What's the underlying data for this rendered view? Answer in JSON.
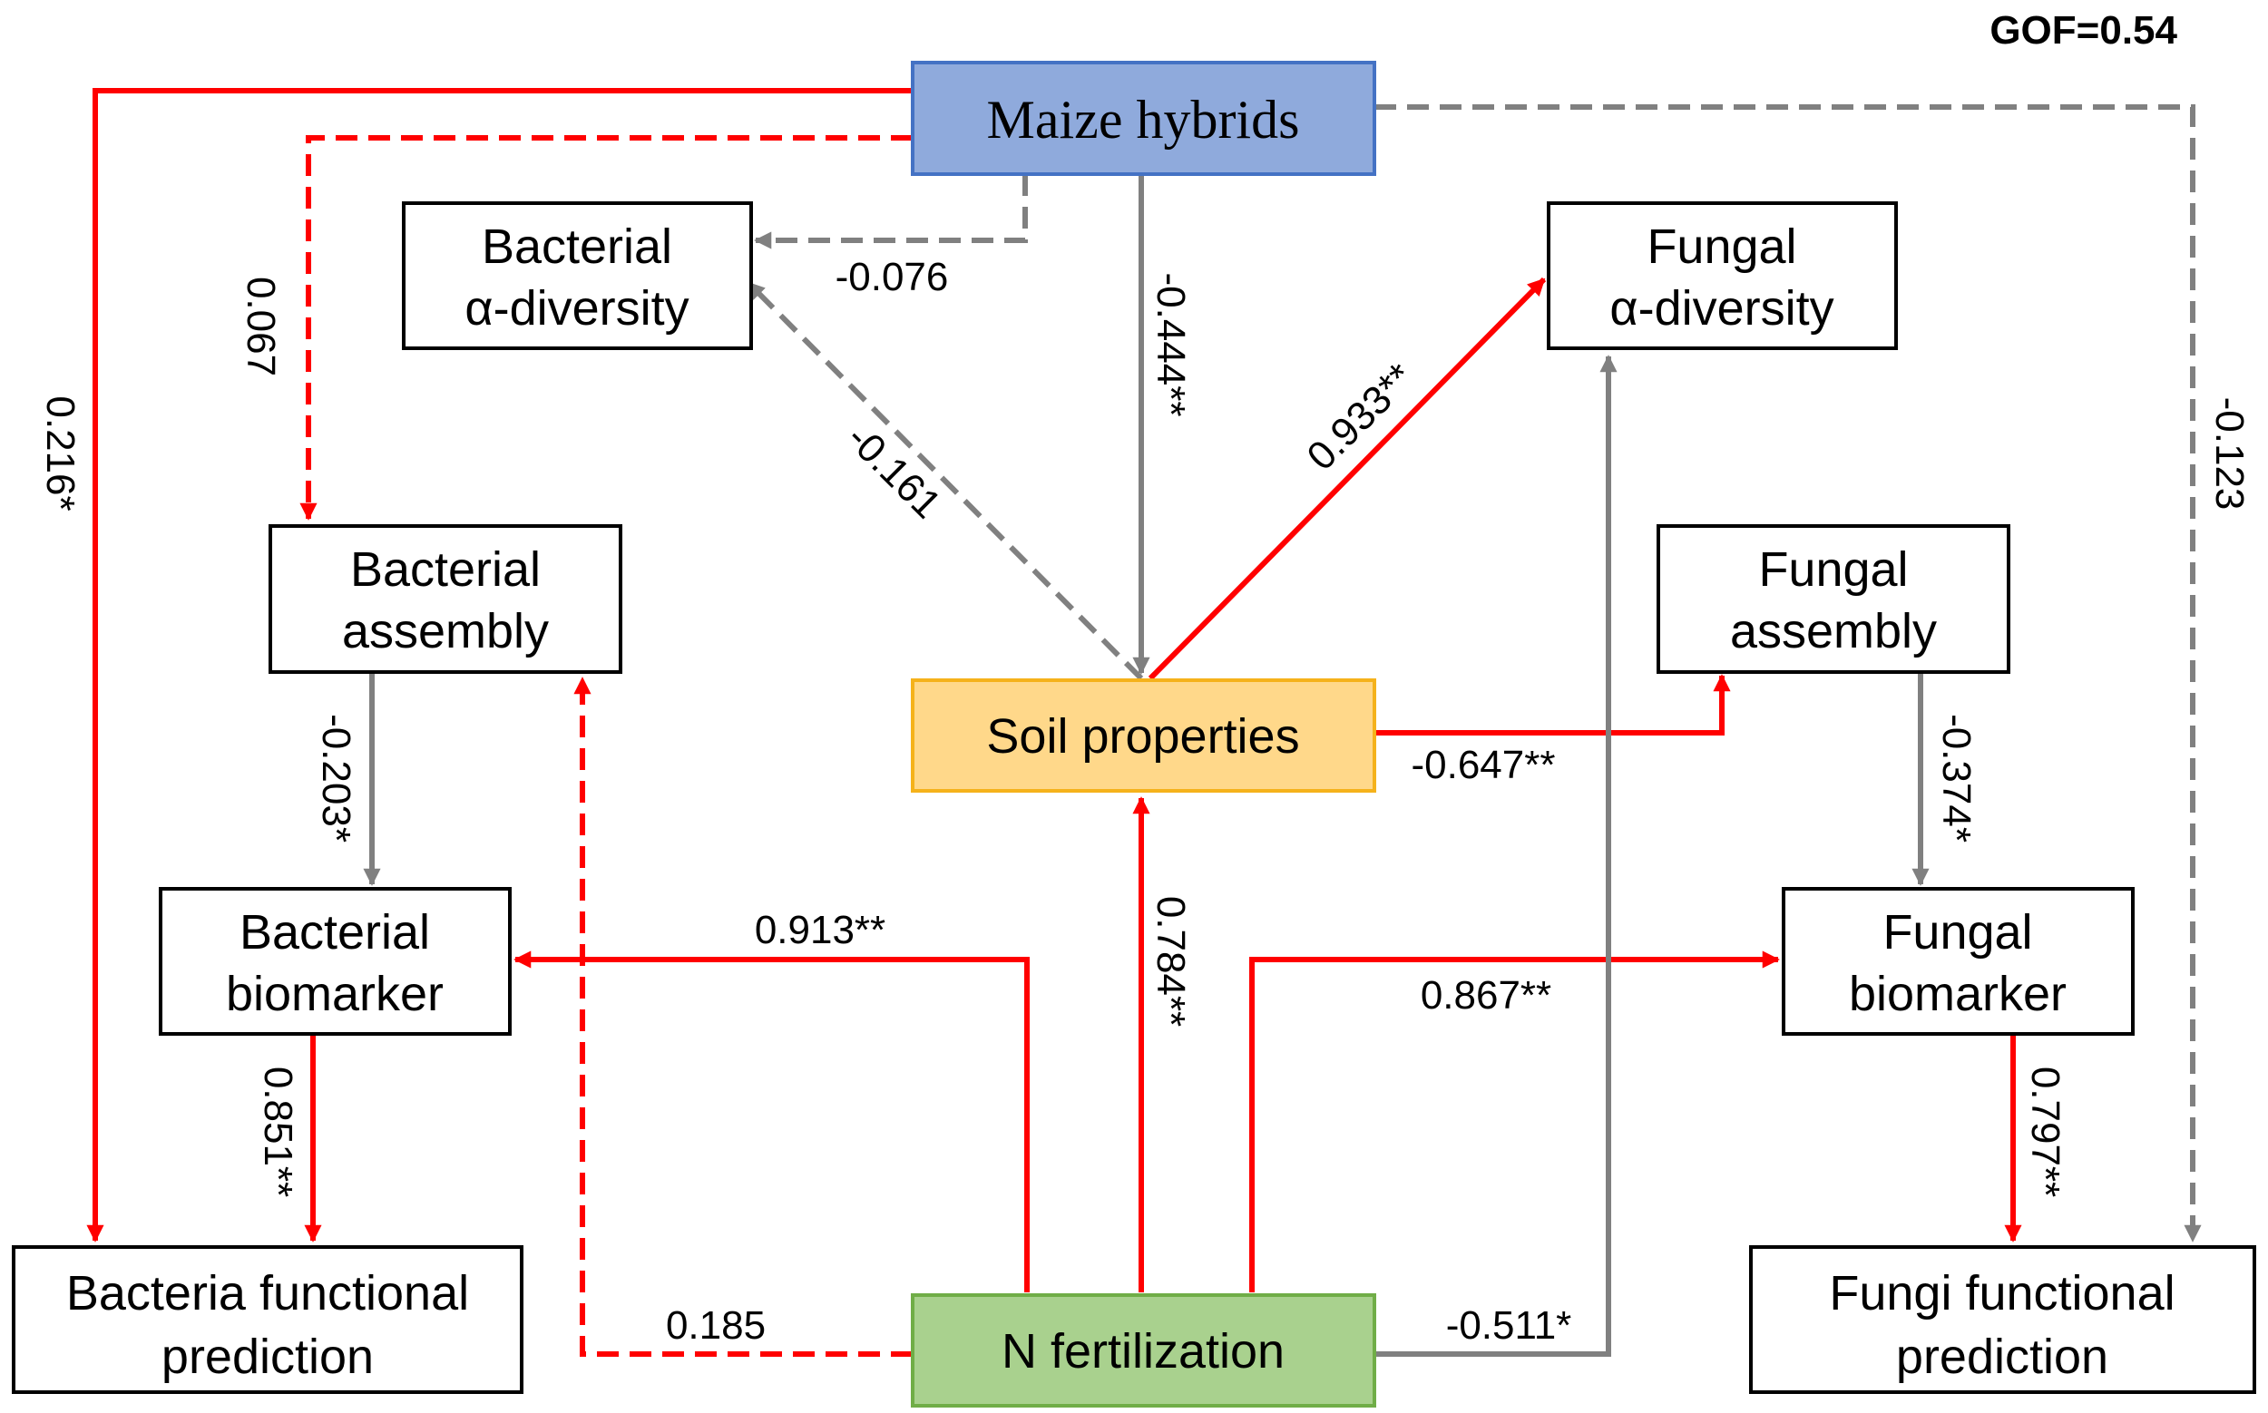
{
  "gof": "GOF=0.54",
  "nodes": {
    "maize": {
      "label": "Maize hybrids",
      "fill": "#8FAADC",
      "stroke": "#4472C4"
    },
    "bact_div": {
      "line1": "Bacterial",
      "line2": "α-diversity"
    },
    "fung_div": {
      "line1": "Fungal",
      "line2": "α-diversity"
    },
    "bact_asm": {
      "line1": "Bacterial",
      "line2": "assembly"
    },
    "fung_asm": {
      "line1": "Fungal",
      "line2": "assembly"
    },
    "soil": {
      "label": "Soil properties",
      "fill": "#FFD88A",
      "stroke": "#F5B21B"
    },
    "bact_bio": {
      "line1": "Bacterial",
      "line2": "biomarker"
    },
    "fung_bio": {
      "line1": "Fungal",
      "line2": "biomarker"
    },
    "bact_func": {
      "line1": "Bacteria functional",
      "line2": "prediction"
    },
    "fung_func": {
      "line1": "Fungi functional",
      "line2": "prediction"
    },
    "nfert": {
      "label": "N fertilization",
      "fill": "#A9D18E",
      "stroke": "#70AD47"
    }
  },
  "colors": {
    "positive": "#FF0000",
    "negative": "#808080"
  },
  "paths": {
    "maize_bact_func": "0.216*",
    "maize_bact_asm": "0.067",
    "maize_bact_div": "-0.076",
    "maize_soil": "-0.444**",
    "maize_fung_func": "-0.123",
    "soil_bact_div": "-0.161",
    "soil_fung_div": "0.933**",
    "soil_fung_asm": "-0.647**",
    "bact_asm_bio": "-0.203*",
    "fung_asm_bio": "-0.374*",
    "nfert_bact_bio": "0.913**",
    "nfert_soil": "0.784**",
    "nfert_fung_bio": "0.867**",
    "nfert_bact_asm": "0.185",
    "nfert_fung_div": "-0.511*",
    "bact_bio_func": "0.851**",
    "fung_bio_func": "0.797**"
  }
}
